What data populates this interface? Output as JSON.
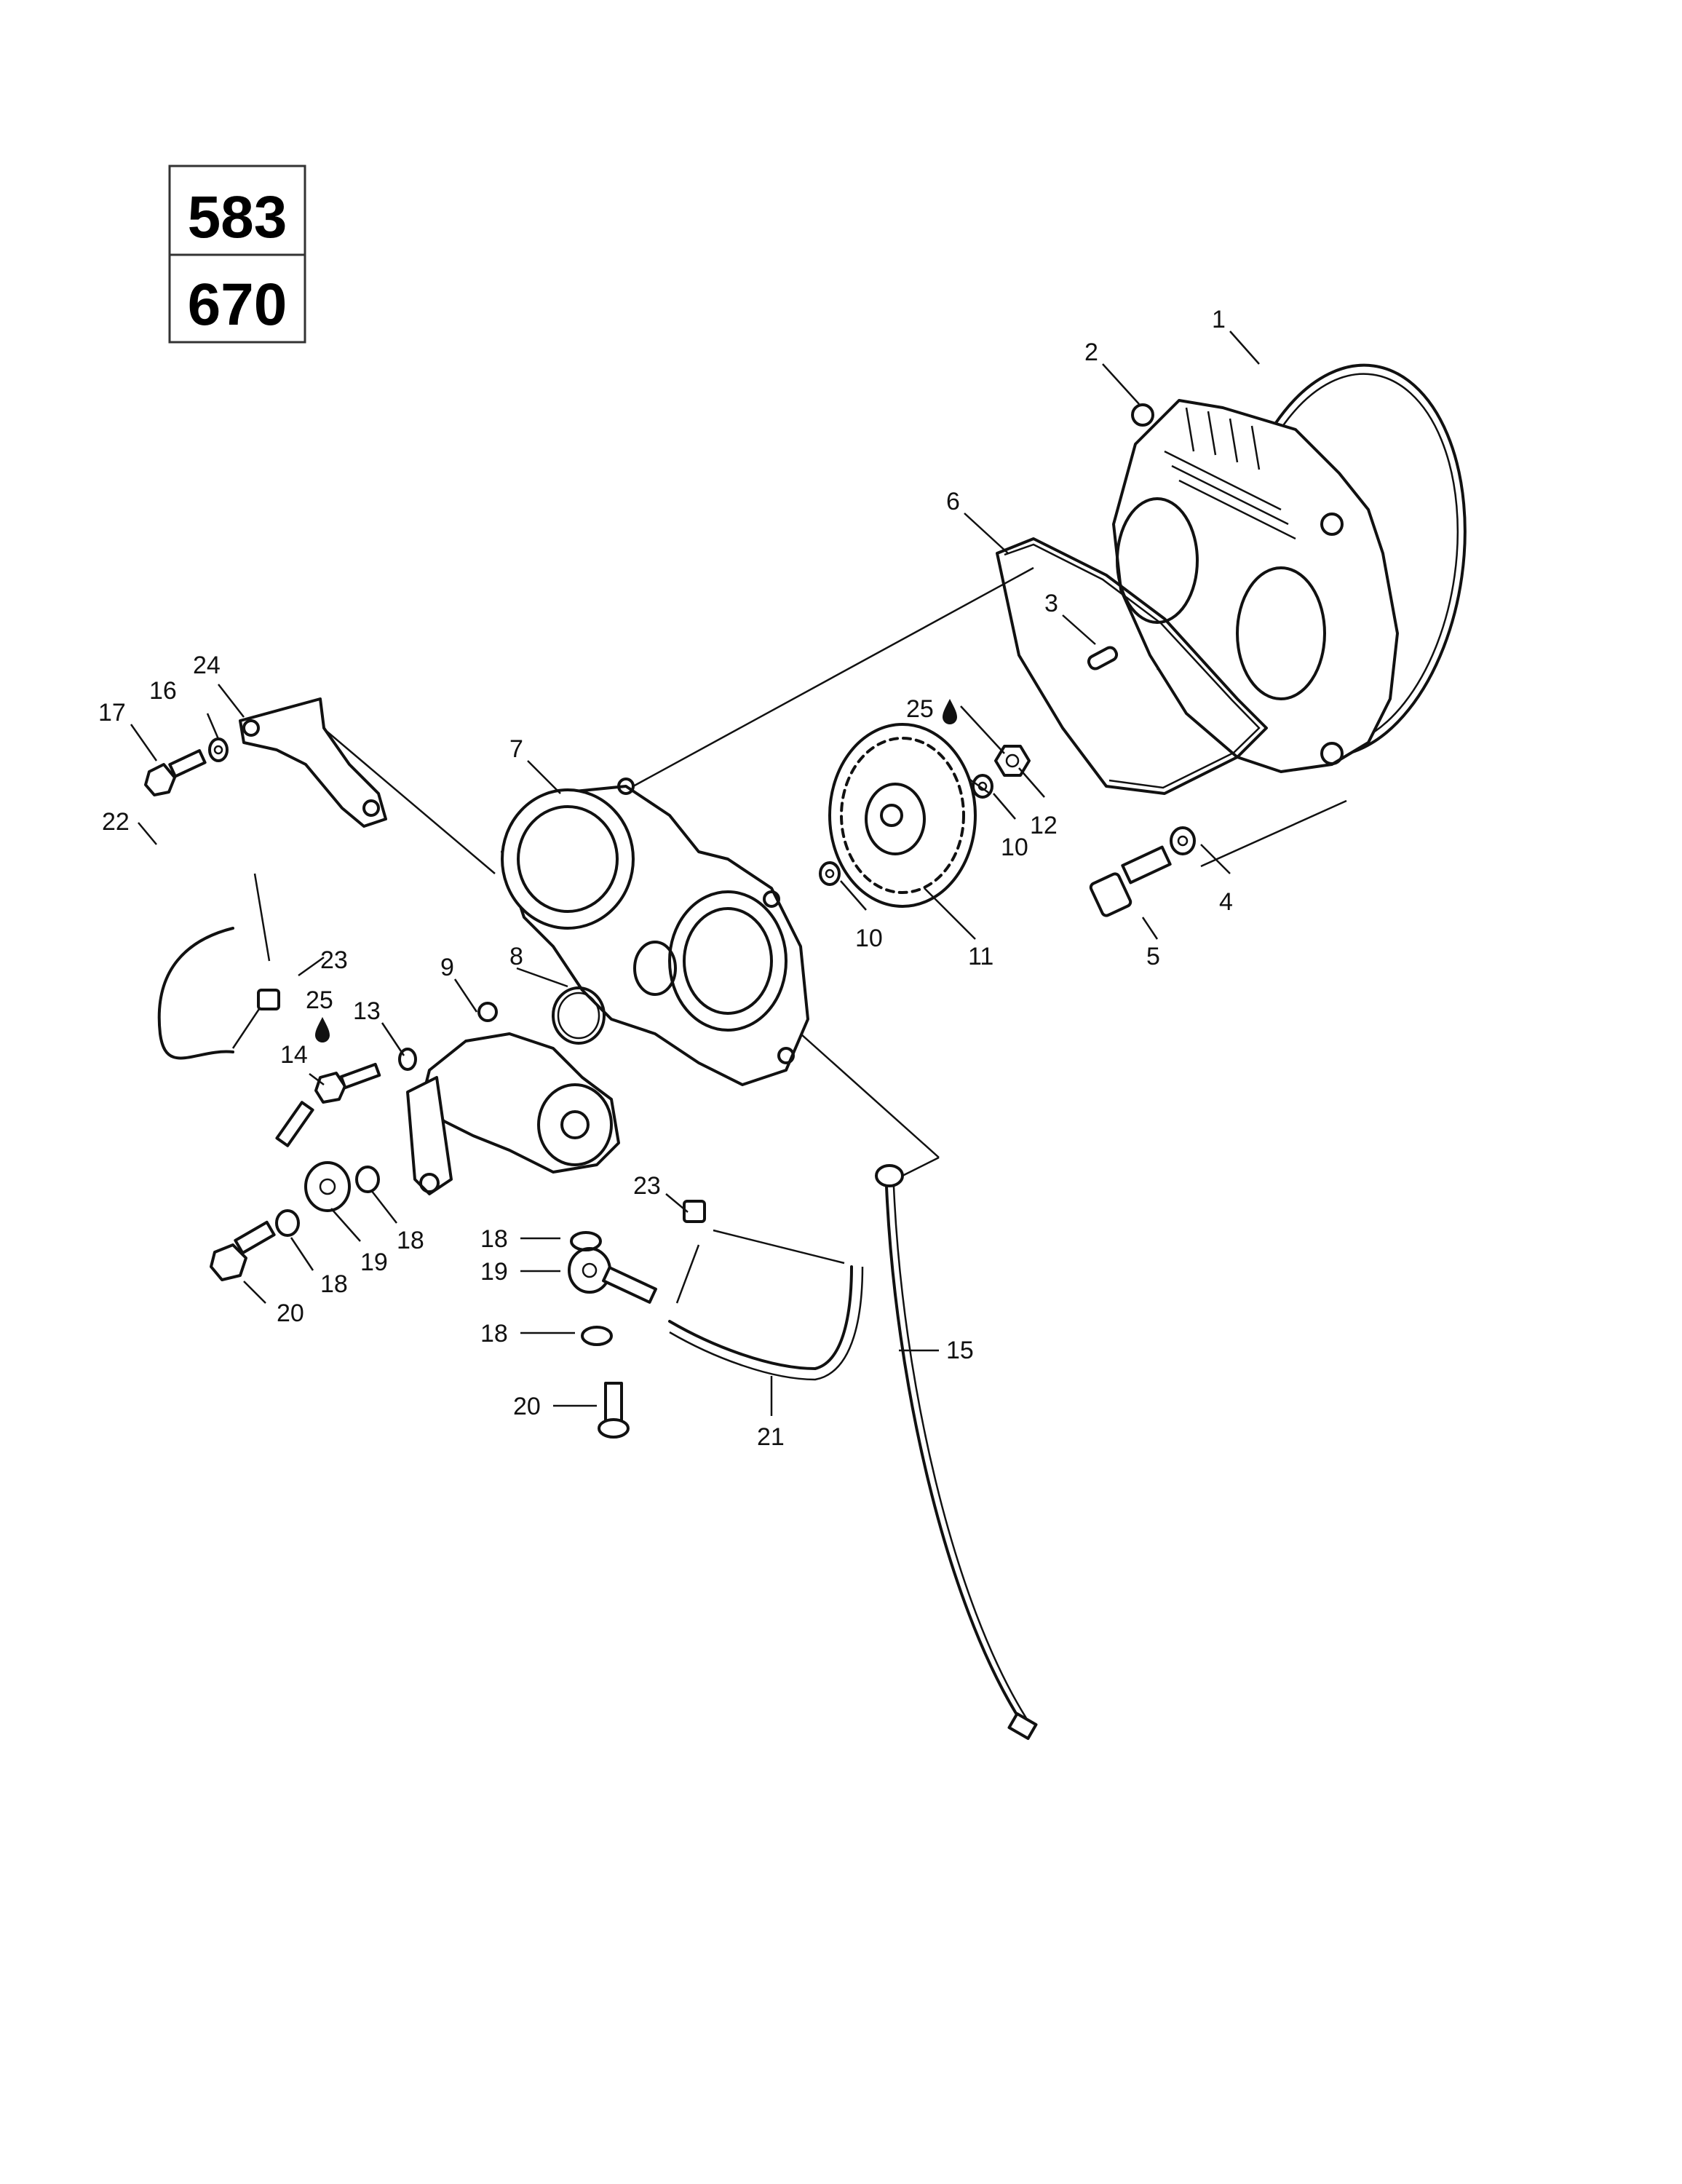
{
  "model_badges": [
    "583",
    "670"
  ],
  "callouts": {
    "c1": "1",
    "c2": "2",
    "c3": "3",
    "c4": "4",
    "c5": "5",
    "c6": "6",
    "c7": "7",
    "c8": "8",
    "c9": "9",
    "c10a": "10",
    "c10b": "10",
    "c11": "11",
    "c12": "12",
    "c13": "13",
    "c14": "14",
    "c15": "15",
    "c16": "16",
    "c17": "17",
    "c18a": "18",
    "c18b": "18",
    "c18c": "18",
    "c18d": "18",
    "c19a": "19",
    "c19b": "19",
    "c20a": "20",
    "c20b": "20",
    "c21": "21",
    "c22": "22",
    "c23a": "23",
    "c23b": "23",
    "c24": "24",
    "c25a": "25",
    "c25b": "25"
  },
  "icons": {
    "sealant_marker": "drop-icon"
  }
}
